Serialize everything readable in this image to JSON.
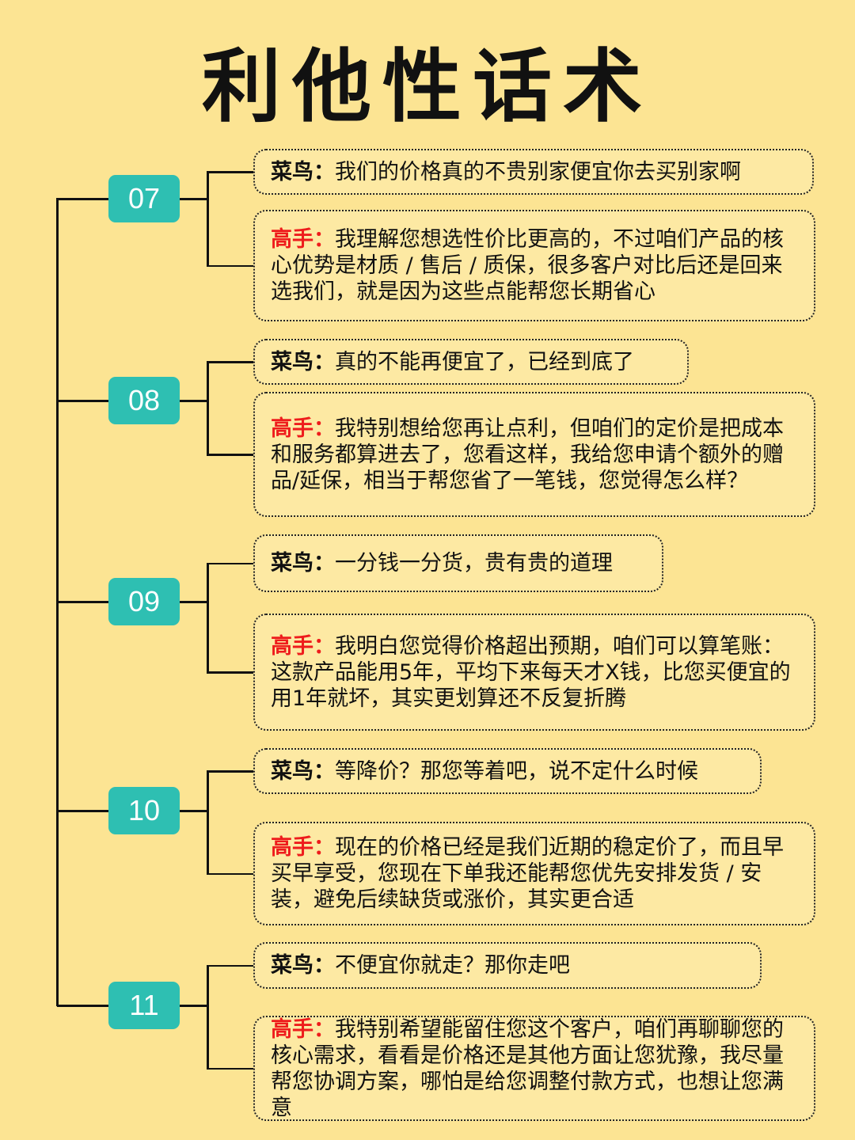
{
  "title": "利他性话术",
  "colors": {
    "background": "#fce493",
    "badge": "#2ebfb2",
    "expert_label": "#ee1c1c",
    "novice_label": "#111111"
  },
  "items": [
    {
      "number": "07",
      "novice_label": "菜鸟：",
      "novice": "我们的价格真的不贵别家便宜你去买别家啊",
      "expert_label": "高手：",
      "expert": "我理解您想选性价比更高的，不过咱们产品的核心优势是材质 / 售后 / 质保，很多客户对比后还是回来选我们，就是因为这些点能帮您长期省心"
    },
    {
      "number": "08",
      "novice_label": "菜鸟：",
      "novice": "真的不能再便宜了，已经到底了",
      "expert_label": "高手：",
      "expert": "我特别想给您再让点利，但咱们的定价是把成本和服务都算进去了，您看这样，我给您申请个额外的赠品/延保，相当于帮您省了一笔钱，您觉得怎么样？"
    },
    {
      "number": "09",
      "novice_label": "菜鸟：",
      "novice": "一分钱一分货，贵有贵的道理",
      "expert_label": "高手：",
      "expert": "我明白您觉得价格超出预期，咱们可以算笔账：这款产品能用5年，平均下来每天才X钱，比您买便宜的用1年就坏，其实更划算还不反复折腾"
    },
    {
      "number": "10",
      "novice_label": "菜鸟：",
      "novice": "等降价？那您等着吧，说不定什么时候",
      "expert_label": "高手：",
      "expert": "现在的价格已经是我们近期的稳定价了，而且早买早享受，您现在下单我还能帮您优先安排发货 / 安装，避免后续缺货或涨价，其实更合适"
    },
    {
      "number": "11",
      "novice_label": "菜鸟：",
      "novice": "不便宜你就走？那你走吧",
      "expert_label": "高手：",
      "expert": "我特别希望能留住您这个客户，咱们再聊聊您的核心需求，看看是价格还是其他方面让您犹豫，我尽量帮您协调方案，哪怕是给您调整付款方式，也想让您满意"
    }
  ]
}
